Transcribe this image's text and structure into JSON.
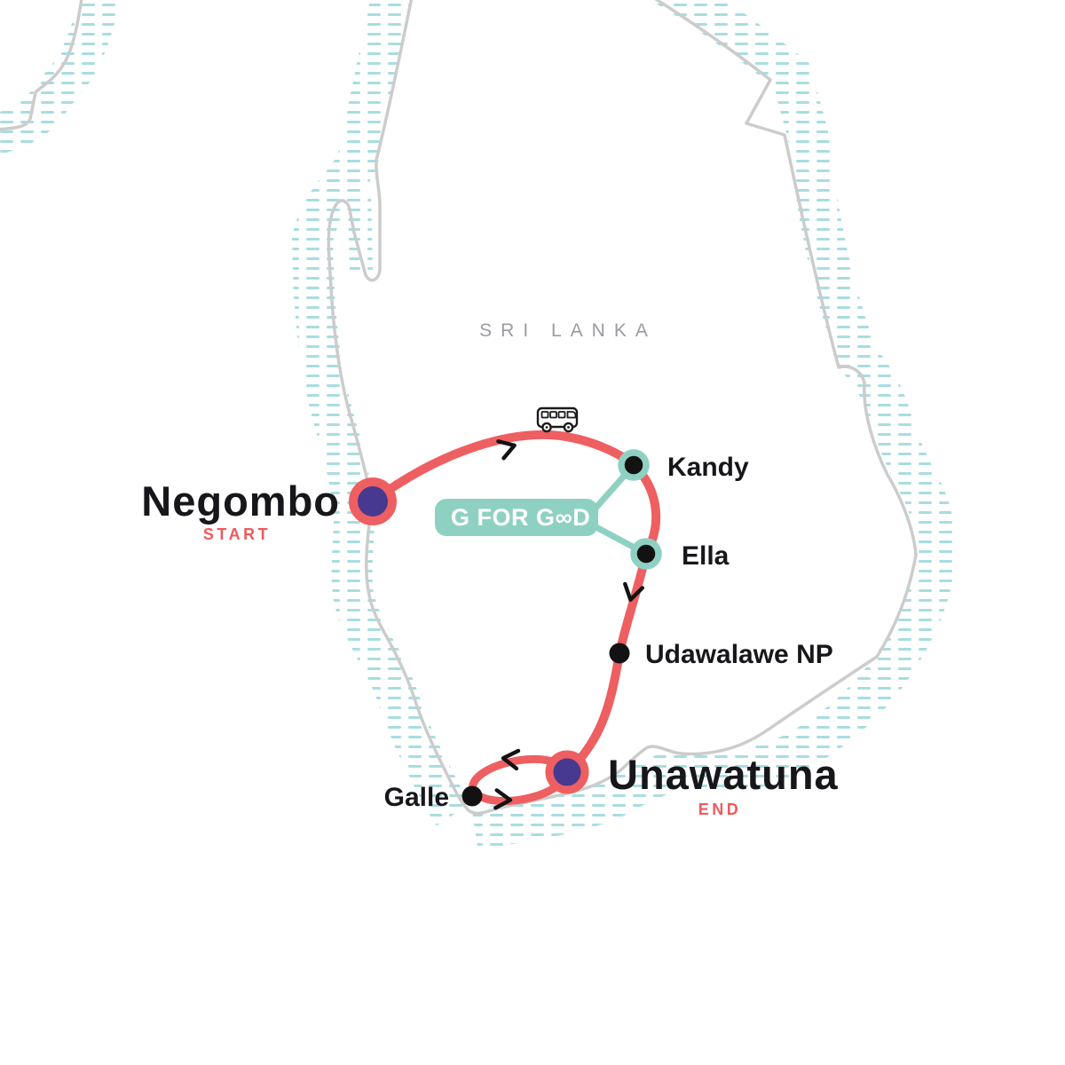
{
  "country_label": "SRI LANKA",
  "badge": {
    "label": "G FOR GOOD",
    "display": "G FOR G∞D"
  },
  "stops": {
    "negombo": {
      "name": "Negombo",
      "tag": "START"
    },
    "kandy": {
      "name": "Kandy"
    },
    "ella": {
      "name": "Ella"
    },
    "udawalawe": {
      "name": "Udawalawe NP"
    },
    "unawatuna": {
      "name": "Unawatuna",
      "tag": "END"
    },
    "galle": {
      "name": "Galle"
    }
  },
  "route": {
    "order": [
      "Negombo",
      "Kandy",
      "Ella",
      "Udawalawe NP",
      "Unawatuna",
      "Galle",
      "Unawatuna"
    ],
    "transport_icon": "bus-icon"
  },
  "colors": {
    "route": "#ee5f61",
    "purple": "#47398f",
    "teal": "#8ed1c3",
    "hatch": "#a8dde0",
    "coast": "#cccccc",
    "label": "#17161a",
    "accent": "#ee5a5c",
    "country": "#9a9ba1"
  }
}
